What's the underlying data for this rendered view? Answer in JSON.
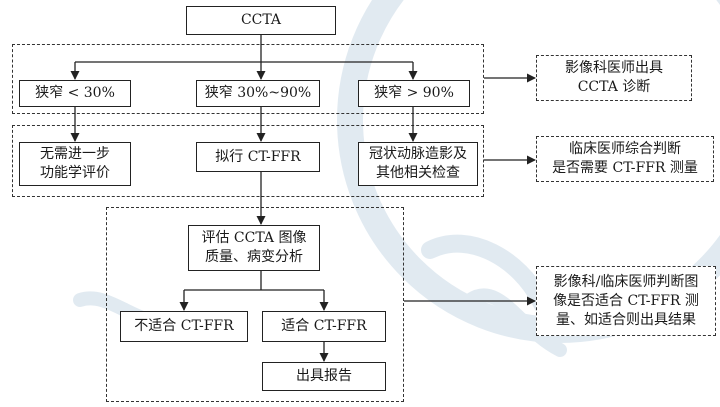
{
  "nodes": {
    "ccta": "CCTA",
    "stenosis_lt30": "狭窄 < 30%",
    "stenosis_30_90": "狭窄 30%~90%",
    "stenosis_gt90": "狭窄 > 90%",
    "no_functional_eval": "无需进一步\n功能学评价",
    "plan_ct_ffr": "拟行 CT-FFR",
    "coronary_angio": "冠状动脉造影及\n其他相关检查",
    "assess_ccta": "评估 CCTA 图像\n质量、病变分析",
    "not_suitable": "不适合 CT-FFR",
    "suitable": "适合 CT-FFR",
    "issue_report": "出具报告"
  },
  "notes": {
    "radiology_ccta": "影像科医师出具\nCCTA 诊断",
    "clinician_decides": "临床医师综合判断\n是否需要 CT-FFR 测量",
    "radiology_clinician_judge": "影像科/临床医师判断图\n像是否适合 CT-FFR 测\n量、如适合则出具结果"
  },
  "colors": {
    "line": "#222222",
    "watermark": "#5f8fb4"
  }
}
